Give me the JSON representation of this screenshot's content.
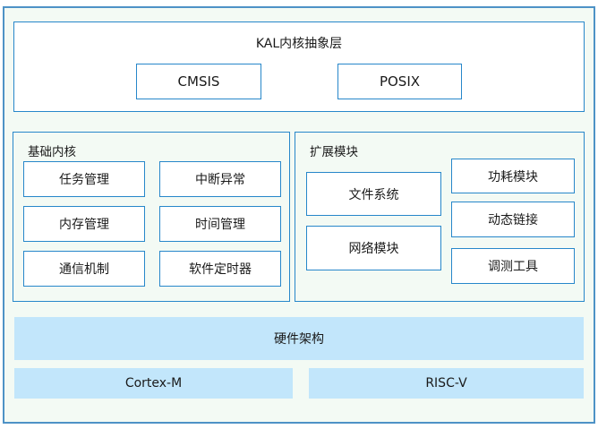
{
  "palette": {
    "outer_border": "#4e92c6",
    "box_border": "#2787ca",
    "light_blue_fill": "#c2e6fb",
    "canvas_background": "#f3faf4",
    "text": "#1a1a1a"
  },
  "kal_layer": {
    "title": "KAL内核抽象层",
    "standards": [
      "CMSIS",
      "POSIX"
    ]
  },
  "basic_kernel": {
    "title": "基础内核",
    "modules": [
      "任务管理",
      "中断异常",
      "内存管理",
      "时间管理",
      "通信机制",
      "软件定时器"
    ]
  },
  "extension_modules": {
    "title": "扩展模块",
    "left_modules": [
      "文件系统",
      "网络模块"
    ],
    "right_modules": [
      "功耗模块",
      "动态链接",
      "调测工具"
    ]
  },
  "hardware": {
    "title": "硬件架构",
    "architectures": [
      "Cortex-M",
      "RISC-V"
    ]
  }
}
